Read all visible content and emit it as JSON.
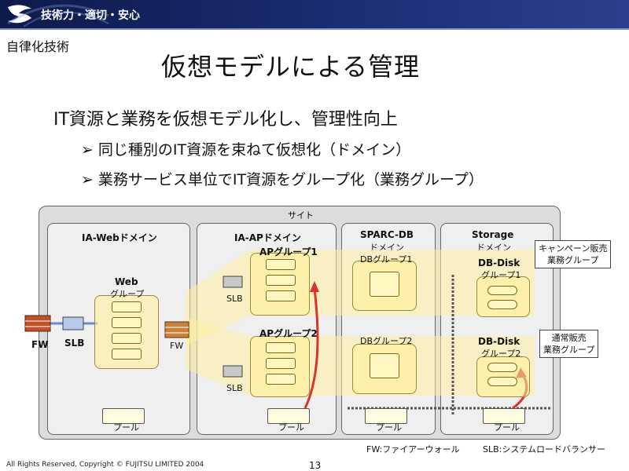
{
  "header": {
    "slogan": "技術力・適切・安心"
  },
  "section_label": "自律化技術",
  "title": "仮想モデルによる管理",
  "bullets": {
    "main": "IT資源と業務を仮想モデル化し、管理性向上",
    "sub1": "同じ種別のIT資源を束ねて仮想化（ドメイン）",
    "sub2": "業務サービス単位でIT資源をグループ化（業務グループ）",
    "arrow": "➢"
  },
  "diagram": {
    "site": "サイト",
    "domains": {
      "web": "IA-Webドメイン",
      "ap": "IA-APドメイン",
      "db_line1": "SPARC-DB",
      "db_line2": "ドメイン",
      "st_line1": "Storage",
      "st_line2": "ドメイン"
    },
    "groups": {
      "web_line1": "Web",
      "web_line2": "グループ",
      "ap1": "APグループ1",
      "ap2": "APグループ2",
      "db1": "DBグループ1",
      "db2": "DBグループ2",
      "disk1_line1": "DB-Disk",
      "disk1_line2": "グループ1",
      "disk2_line1": "DB-Disk",
      "disk2_line2": "グループ2"
    },
    "devices": {
      "fw": "FW",
      "slb": "SLB"
    },
    "pool": "プール",
    "callouts": {
      "campaign_line1": "キャンペーン販売",
      "campaign_line2": "業務グループ",
      "regular_line1": "通常販売",
      "regular_line2": "業務グループ"
    }
  },
  "legend": {
    "fw": "FW:ファイアーウォール",
    "slb": "SLB:システムロードバランサー"
  },
  "footer": {
    "copyright": "All Rights Reserved, Copyright © FUJITSU LIMITED 2004",
    "page": "13"
  },
  "colors": {
    "header_bg": "#1b2d74",
    "group_fill": "#ffe98a",
    "arrow_red": "#d8342a"
  }
}
